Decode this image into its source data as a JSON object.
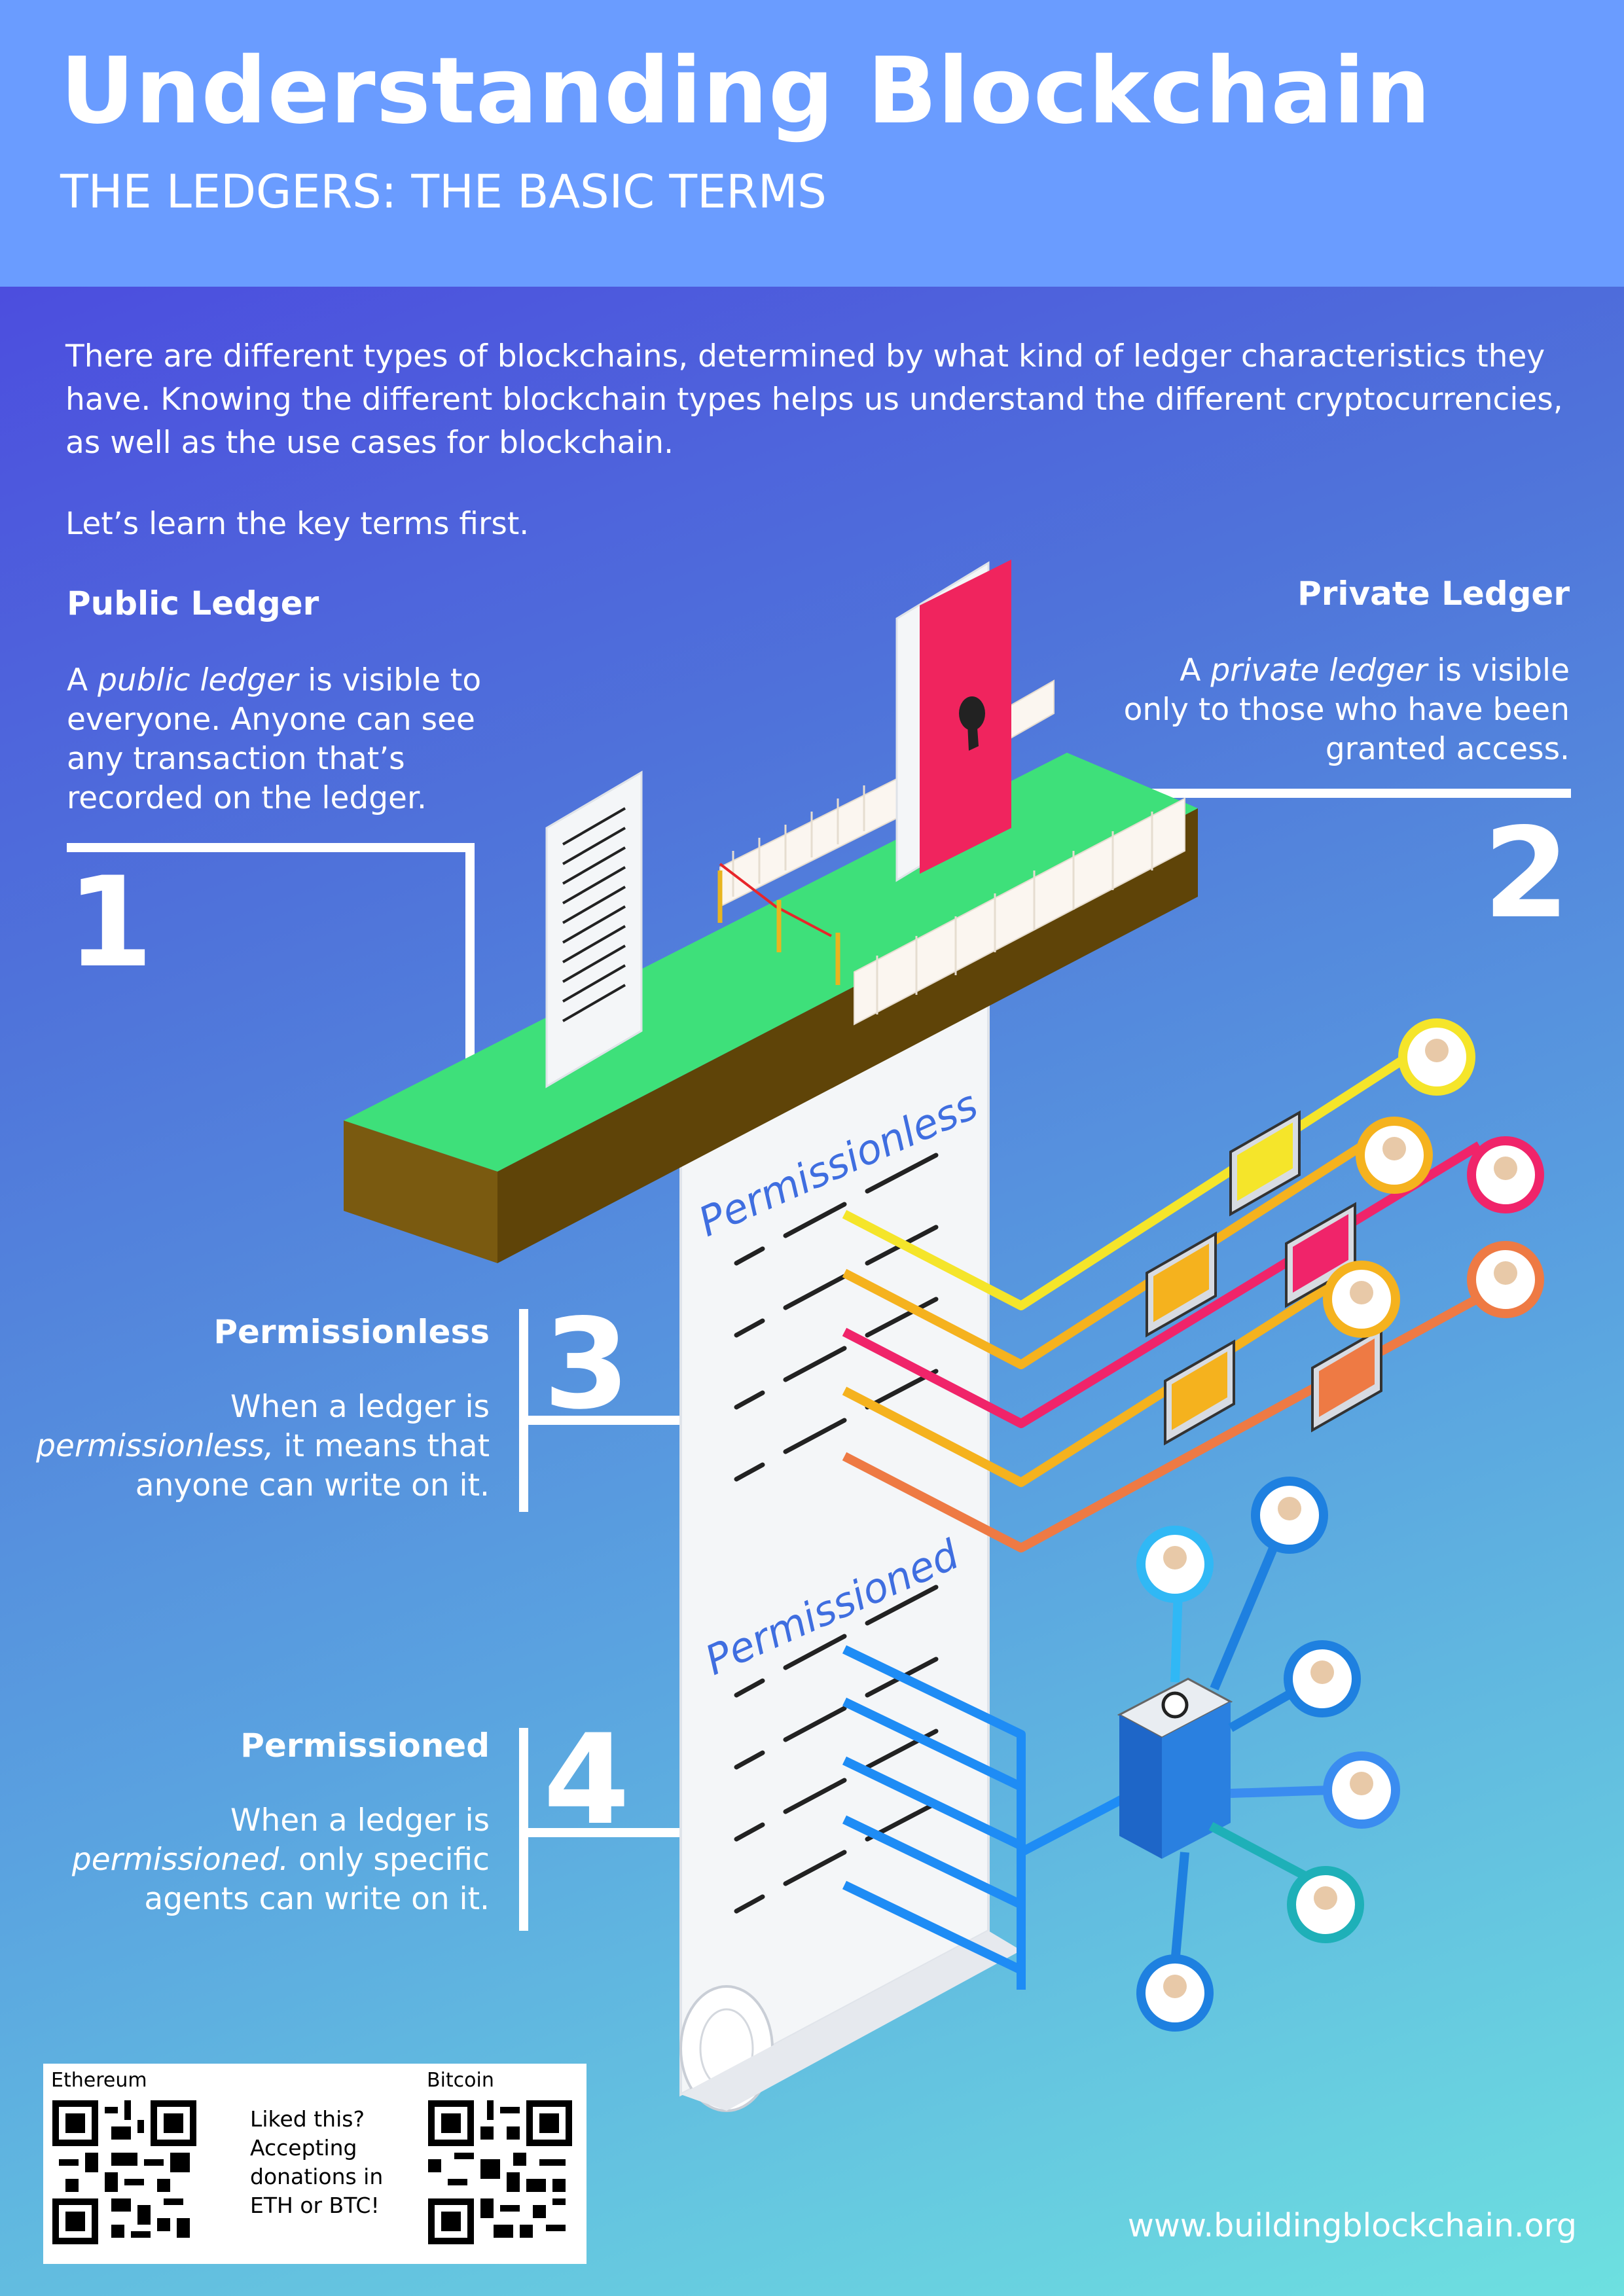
{
  "header": {
    "title": "Understanding Blockchain",
    "subtitle": "THE LEDGERS: THE BASIC TERMS"
  },
  "intro": {
    "paragraph1": "There are different types of blockchains, determined by what kind of ledger characteristics they have. Knowing the different blockchain types helps us understand the different cryptocurrencies, as well as the use cases for blockchain.",
    "paragraph2": "Let’s learn the key terms first."
  },
  "sections": {
    "public": {
      "number": "1",
      "heading": "Public Ledger",
      "body_pre": "A ",
      "body_term": "public ledger",
      "body_post": " is visible to everyone. Anyone can see any transaction that’s recorded on the ledger."
    },
    "private": {
      "number": "2",
      "heading": "Private Ledger",
      "body_pre": "A ",
      "body_term": "private ledger",
      "body_post": " is visible only to those who have been granted access."
    },
    "permissionless": {
      "number": "3",
      "heading": "Permissionless",
      "body_pre": "When a ledger is ",
      "body_term": "permissionless,",
      "body_post": " it means that anyone can write on it."
    },
    "permissioned": {
      "number": "4",
      "heading": "Permissioned",
      "body_pre": "When a ledger is ",
      "body_term": "permissioned.",
      "body_post": " only specific agents can write on it."
    }
  },
  "scroll": {
    "label_permissionless": "Permissionless",
    "label_permissioned": "Permissioned"
  },
  "colors": {
    "header_bg": "#6a9cff",
    "grass": "#3ee07a",
    "soil": "#7a5a10",
    "door": "#f0245e",
    "scroll_label": "#3f6ee0",
    "line_yellow": "#f5e52a",
    "line_amber": "#f5b21e",
    "line_pink": "#f0246a",
    "line_orange": "#ee7a44",
    "line_blue": "#1e8cf5"
  },
  "donation": {
    "eth_label": "Ethereum",
    "btc_label": "Bitcoin",
    "message": "Liked this? Accepting donations in ETH or BTC!"
  },
  "footer": {
    "url": "www.buildingblockchain.org"
  }
}
